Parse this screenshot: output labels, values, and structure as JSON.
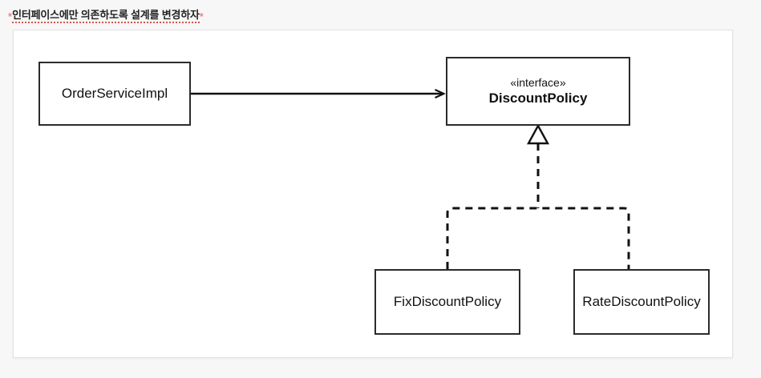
{
  "title": {
    "leading_marker": "*",
    "text": "인터페이스에만 의존하도록 설계를 변경하자",
    "trailing_marker": "*",
    "underline_color": "#d9534f",
    "marker_color": "#e38b8b"
  },
  "diagram": {
    "type": "uml-class-diagram",
    "background": "#ffffff",
    "border_color": "#e2e2e2",
    "line_color": "#2b2b2b",
    "classes": [
      {
        "id": "order-service-impl",
        "name": "OrderServiceImpl",
        "stereotype": "",
        "bold": false
      },
      {
        "id": "discount-policy",
        "name": "DiscountPolicy",
        "stereotype": "«interface»",
        "bold": true
      },
      {
        "id": "fix-discount-policy",
        "name": "FixDiscountPolicy",
        "stereotype": "",
        "bold": false
      },
      {
        "id": "rate-discount-policy",
        "name": "RateDiscountPolicy",
        "stereotype": "",
        "bold": false
      }
    ],
    "relations": [
      {
        "id": "association-order-to-discount",
        "from": "order-service-impl",
        "to": "discount-policy",
        "style": "solid",
        "arrowhead": "open-arrow",
        "kind": "association"
      },
      {
        "id": "realization-fix-to-discount",
        "from": "fix-discount-policy",
        "to": "discount-policy",
        "style": "dashed",
        "arrowhead": "hollow-triangle",
        "kind": "realization"
      },
      {
        "id": "realization-rate-to-discount",
        "from": "rate-discount-policy",
        "to": "discount-policy",
        "style": "dashed",
        "arrowhead": "hollow-triangle",
        "kind": "realization"
      }
    ]
  }
}
